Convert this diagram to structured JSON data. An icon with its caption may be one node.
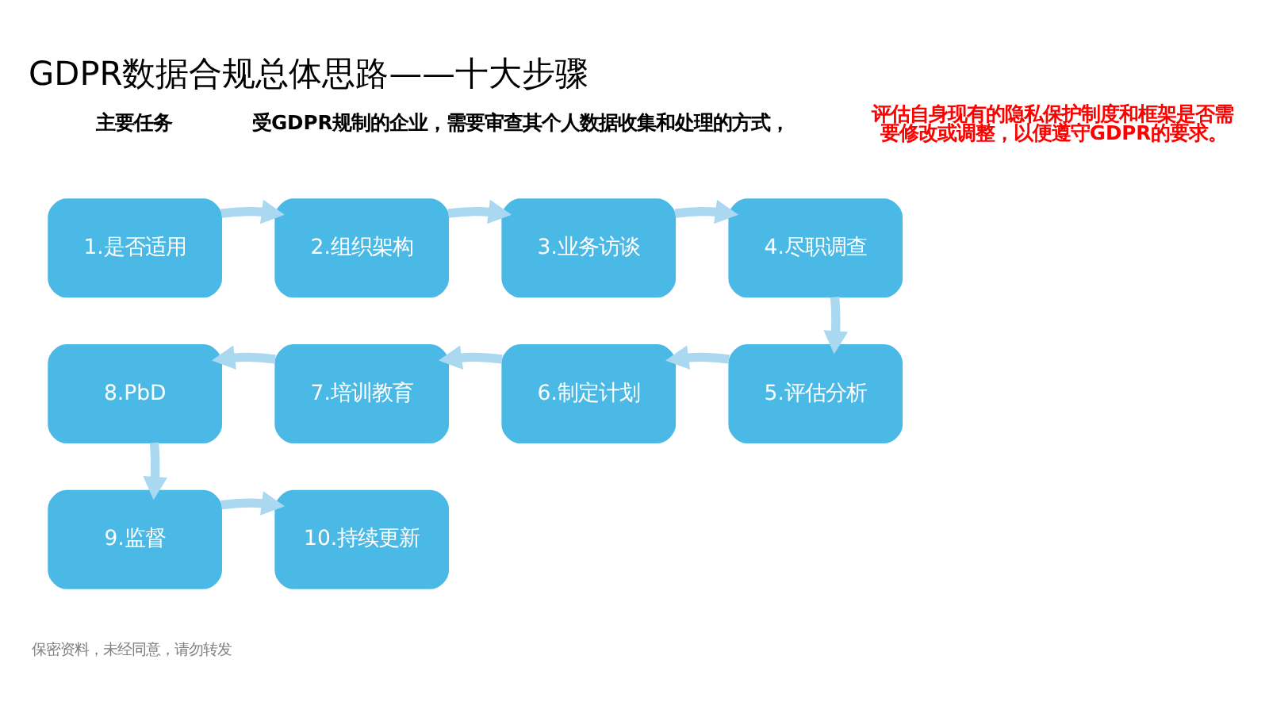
{
  "diagram": {
    "title": "GDPR数据合规总体思路——十大步骤",
    "nodes": [
      {
        "text": [
          "1.是否适用"
        ]
      },
      {
        "text": [
          "2.组织架构"
        ]
      },
      {
        "text": [
          "3.业务访谈"
        ]
      },
      {
        "text": [
          "4.尽职调查"
        ]
      },
      {
        "text": [
          "5.评估分析"
        ]
      },
      {
        "text": [
          "6.制定计划"
        ]
      },
      {
        "text": [
          "7.培训教育"
        ]
      },
      {
        "text": [
          "8.PbD"
        ]
      },
      {
        "text": [
          "9.监督"
        ]
      },
      {
        "text": [
          "10.持续更新"
        ]
      }
    ],
    "edges": [
      {
        "from": 0,
        "to": 1,
        "arrow": "to"
      },
      {
        "from": 1,
        "to": 2,
        "arrow": "to"
      },
      {
        "from": 2,
        "to": 3,
        "arrow": "to"
      },
      {
        "from": 3,
        "to": 4,
        "arrow": "to"
      },
      {
        "from": 4,
        "to": 5,
        "arrow": "to"
      },
      {
        "from": 5,
        "to": 6,
        "arrow": "to"
      },
      {
        "from": 6,
        "to": 7,
        "arrow": "to"
      },
      {
        "from": 7,
        "to": 8,
        "arrow": "to"
      },
      {
        "from": 8,
        "to": 9,
        "arrow": "to"
      }
    ],
    "labels": [
      "主要任务",
      "受GDPR规制的企业，需要审查其个人数据收集和处理的方式，",
      "评估自身现有的隐私保护制度和框架是否需要修改或调整，以便遵守GDPR的要求。",
      "保密资料，未经同意，请勿转发"
    ]
  }
}
